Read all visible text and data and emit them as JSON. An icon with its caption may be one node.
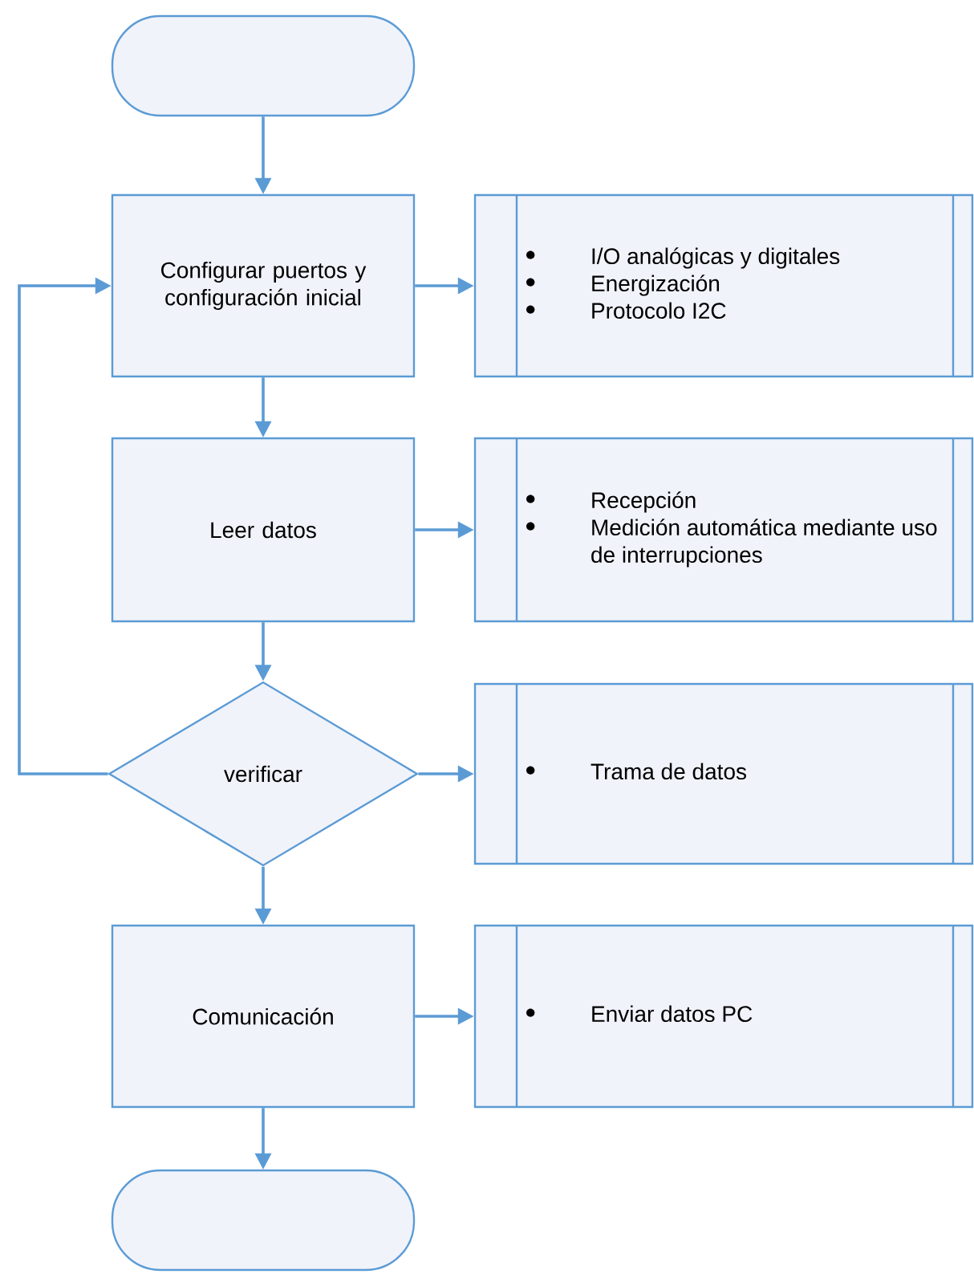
{
  "diagram": {
    "nodes": [
      {
        "text": [],
        "shape": "capsule"
      },
      {
        "text": [
          "Configurar puertos y configuración inicial"
        ]
      },
      {
        "text": [
          "I/O analógicas y digitales",
          "Energización",
          "Protocolo I2C"
        ]
      },
      {
        "text": [
          "Leer datos"
        ]
      },
      {
        "text": [
          "Recepción",
          "Medición automática mediante uso de interrupciones"
        ]
      },
      {
        "text": [
          "verificar"
        ]
      },
      {
        "text": [
          "Trama de datos"
        ]
      },
      {
        "text": [
          "Comunicación"
        ]
      },
      {
        "text": [
          "Enviar datos PC"
        ]
      },
      {
        "text": [],
        "shape": "capsule"
      }
    ],
    "edges": [
      {
        "from": 0,
        "to": 1,
        "arrow": "to"
      },
      {
        "from": 1,
        "to": 2,
        "arrow": "to"
      },
      {
        "from": 1,
        "to": 3,
        "arrow": "to"
      },
      {
        "from": 3,
        "to": 4,
        "arrow": "to"
      },
      {
        "from": 3,
        "to": 5,
        "arrow": "to"
      },
      {
        "from": 5,
        "to": 1,
        "arrow": "to"
      },
      {
        "from": 5,
        "to": 6,
        "arrow": "to"
      },
      {
        "from": 5,
        "to": 7,
        "arrow": "to"
      },
      {
        "from": 7,
        "to": 8,
        "arrow": "to"
      },
      {
        "from": 7,
        "to": 9,
        "arrow": "to"
      }
    ]
  }
}
